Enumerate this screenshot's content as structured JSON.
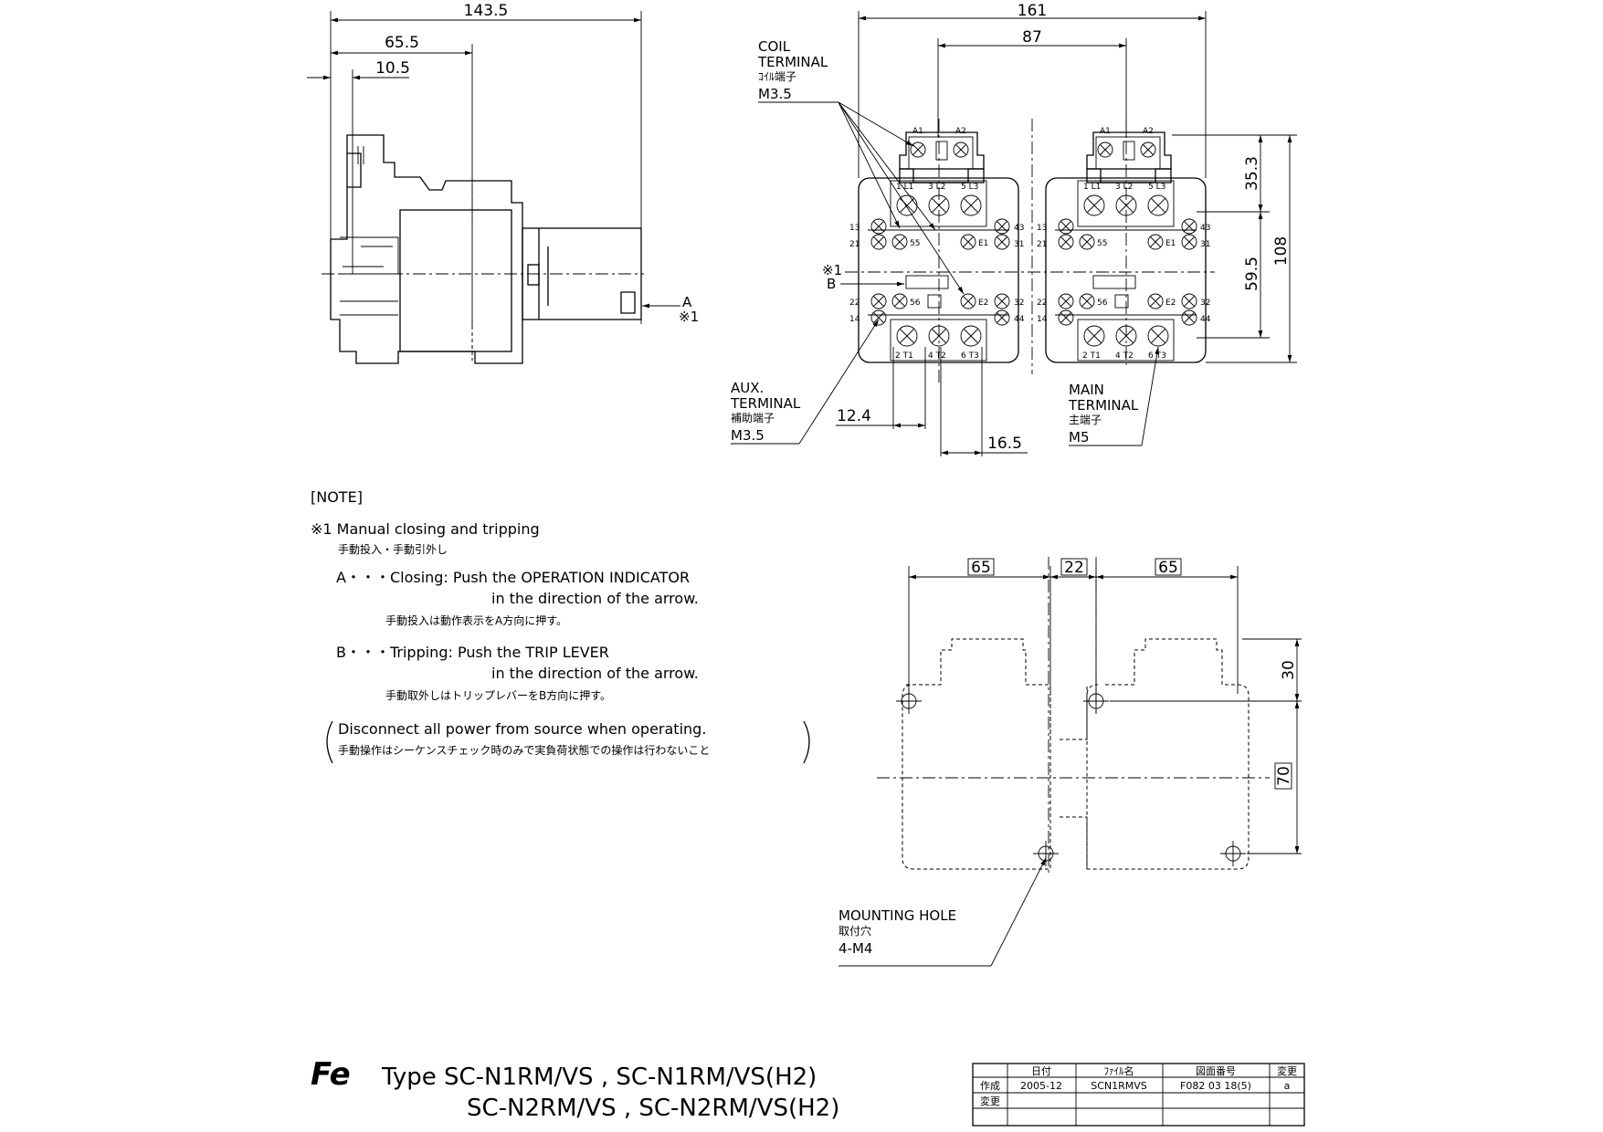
{
  "side_view": {
    "dims": {
      "overall": "143.5",
      "mid": "65.5",
      "small": "10.5"
    },
    "callout": {
      "letter": "A",
      "mark": "※1"
    }
  },
  "front_view": {
    "dims": {
      "width": "161",
      "coil_pitch": "87",
      "height": "108",
      "h1": "35.3",
      "h2": "59.5",
      "w1": "12.4",
      "w2": "16.5"
    },
    "coil_terminal": {
      "line1": "COIL",
      "line2": "TERMINAL",
      "jp": "ｺｲﾙ端子",
      "size": "M3.5"
    },
    "aux_terminal": {
      "line1": "AUX.",
      "line2": "TERMINAL",
      "jp": "補助端子",
      "size": "M3.5"
    },
    "main_terminal": {
      "line1": "MAIN",
      "line2": "TERMINAL",
      "jp": "主端子",
      "size": "M5"
    },
    "trip_mark": {
      "mark": "※1",
      "letter": "B"
    },
    "terminals": {
      "a1": "A1",
      "a2": "A2",
      "l1": "1 L1",
      "l2": "3 L2",
      "l3": "5 L3",
      "t1": "2 T1",
      "t2": "4 T2",
      "t3": "6 T3",
      "n13": "13",
      "n21": "21",
      "n22": "22",
      "n14": "14",
      "n43": "43",
      "n31": "31",
      "n32": "32",
      "n44": "44",
      "n55": "55",
      "n56": "56",
      "e1": "E1",
      "e2": "E2"
    }
  },
  "mounting_view": {
    "dims": {
      "w1": "65",
      "gap": "22",
      "w2": "65",
      "v1": "30",
      "v2": "70"
    },
    "hole": {
      "line1": "MOUNTING HOLE",
      "jp": "取付穴",
      "size": "4-M4"
    }
  },
  "notes": {
    "header": "[NOTE]",
    "n1": "※1 Manual closing and tripping",
    "n1_jp": "手動投入・手動引外し",
    "a_line1": "A・・・Closing: Push the OPERATION INDICATOR",
    "a_line2": "in the direction of the arrow.",
    "a_jp": "手動投入は動作表示をA方向に押す。",
    "b_line1": "B・・・Tripping: Push the TRIP LEVER",
    "b_line2": "in the direction of the arrow.",
    "b_jp": "手動取外しはトリップレバーをB方向に押す。",
    "warn": "Disconnect all power from source when operating.",
    "warn_jp": "手動操作はシーケンスチェック時のみで実負荷状態での操作は行わないこと"
  },
  "title_block": {
    "logo": "Fe",
    "type_line1": "Type  SC-N1RM/VS , SC-N1RM/VS(H2)",
    "type_line2": "SC-N2RM/VS , SC-N2RM/VS(H2)",
    "table": {
      "headers": [
        "日付",
        "ﾌｧｲﾙ名",
        "図面番号",
        "変更"
      ],
      "row1_label": "作成",
      "row1": [
        "2005-12",
        "SCN1RMVS",
        "F082 03 18(5)",
        "a"
      ],
      "row2_label": "変更"
    }
  }
}
